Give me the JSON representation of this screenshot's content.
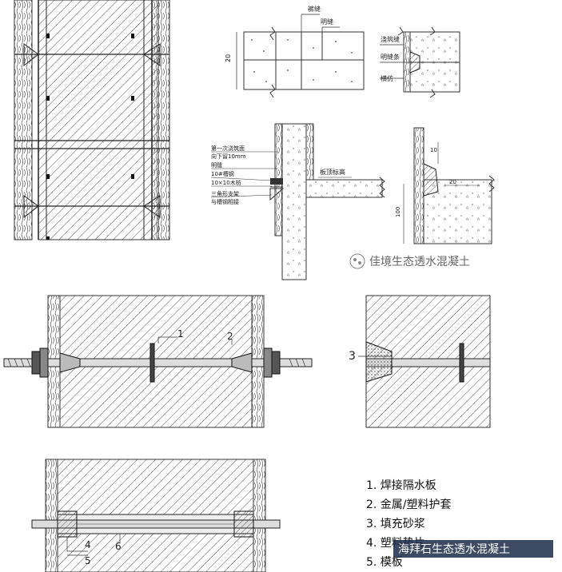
{
  "panel_b": {
    "label_seam": "裤缝",
    "label_joint": "明缝",
    "dim_20": "20"
  },
  "panel_c": {
    "label_pour": "浇筑缝",
    "label_strip": "明缝条",
    "label_batten": "横仿"
  },
  "panel_d": {
    "labels": [
      "第一次浇筑面",
      "向下留10mm",
      "明缝",
      "10#槽钢",
      "10×10木枋",
      "三角形支架",
      "与槽钢相接"
    ],
    "label_slab": "板顶标高"
  },
  "panel_e": {
    "dim_10": "10",
    "dim_20": "20",
    "dim_100": "100"
  },
  "callouts": {
    "c1": "1",
    "c2": "2",
    "c3": "3",
    "c4": "4",
    "c5": "5",
    "c6": "6"
  },
  "legend": {
    "items": [
      "1. 焊接隔水板",
      "2. 金属/塑料护套",
      "3. 填充砂浆",
      "4. 塑料垫片",
      "5. 模板"
    ]
  },
  "watermarks": {
    "wm1": "佳境生态透水混凝土",
    "wm2": "海拜石生态透水混凝土"
  }
}
